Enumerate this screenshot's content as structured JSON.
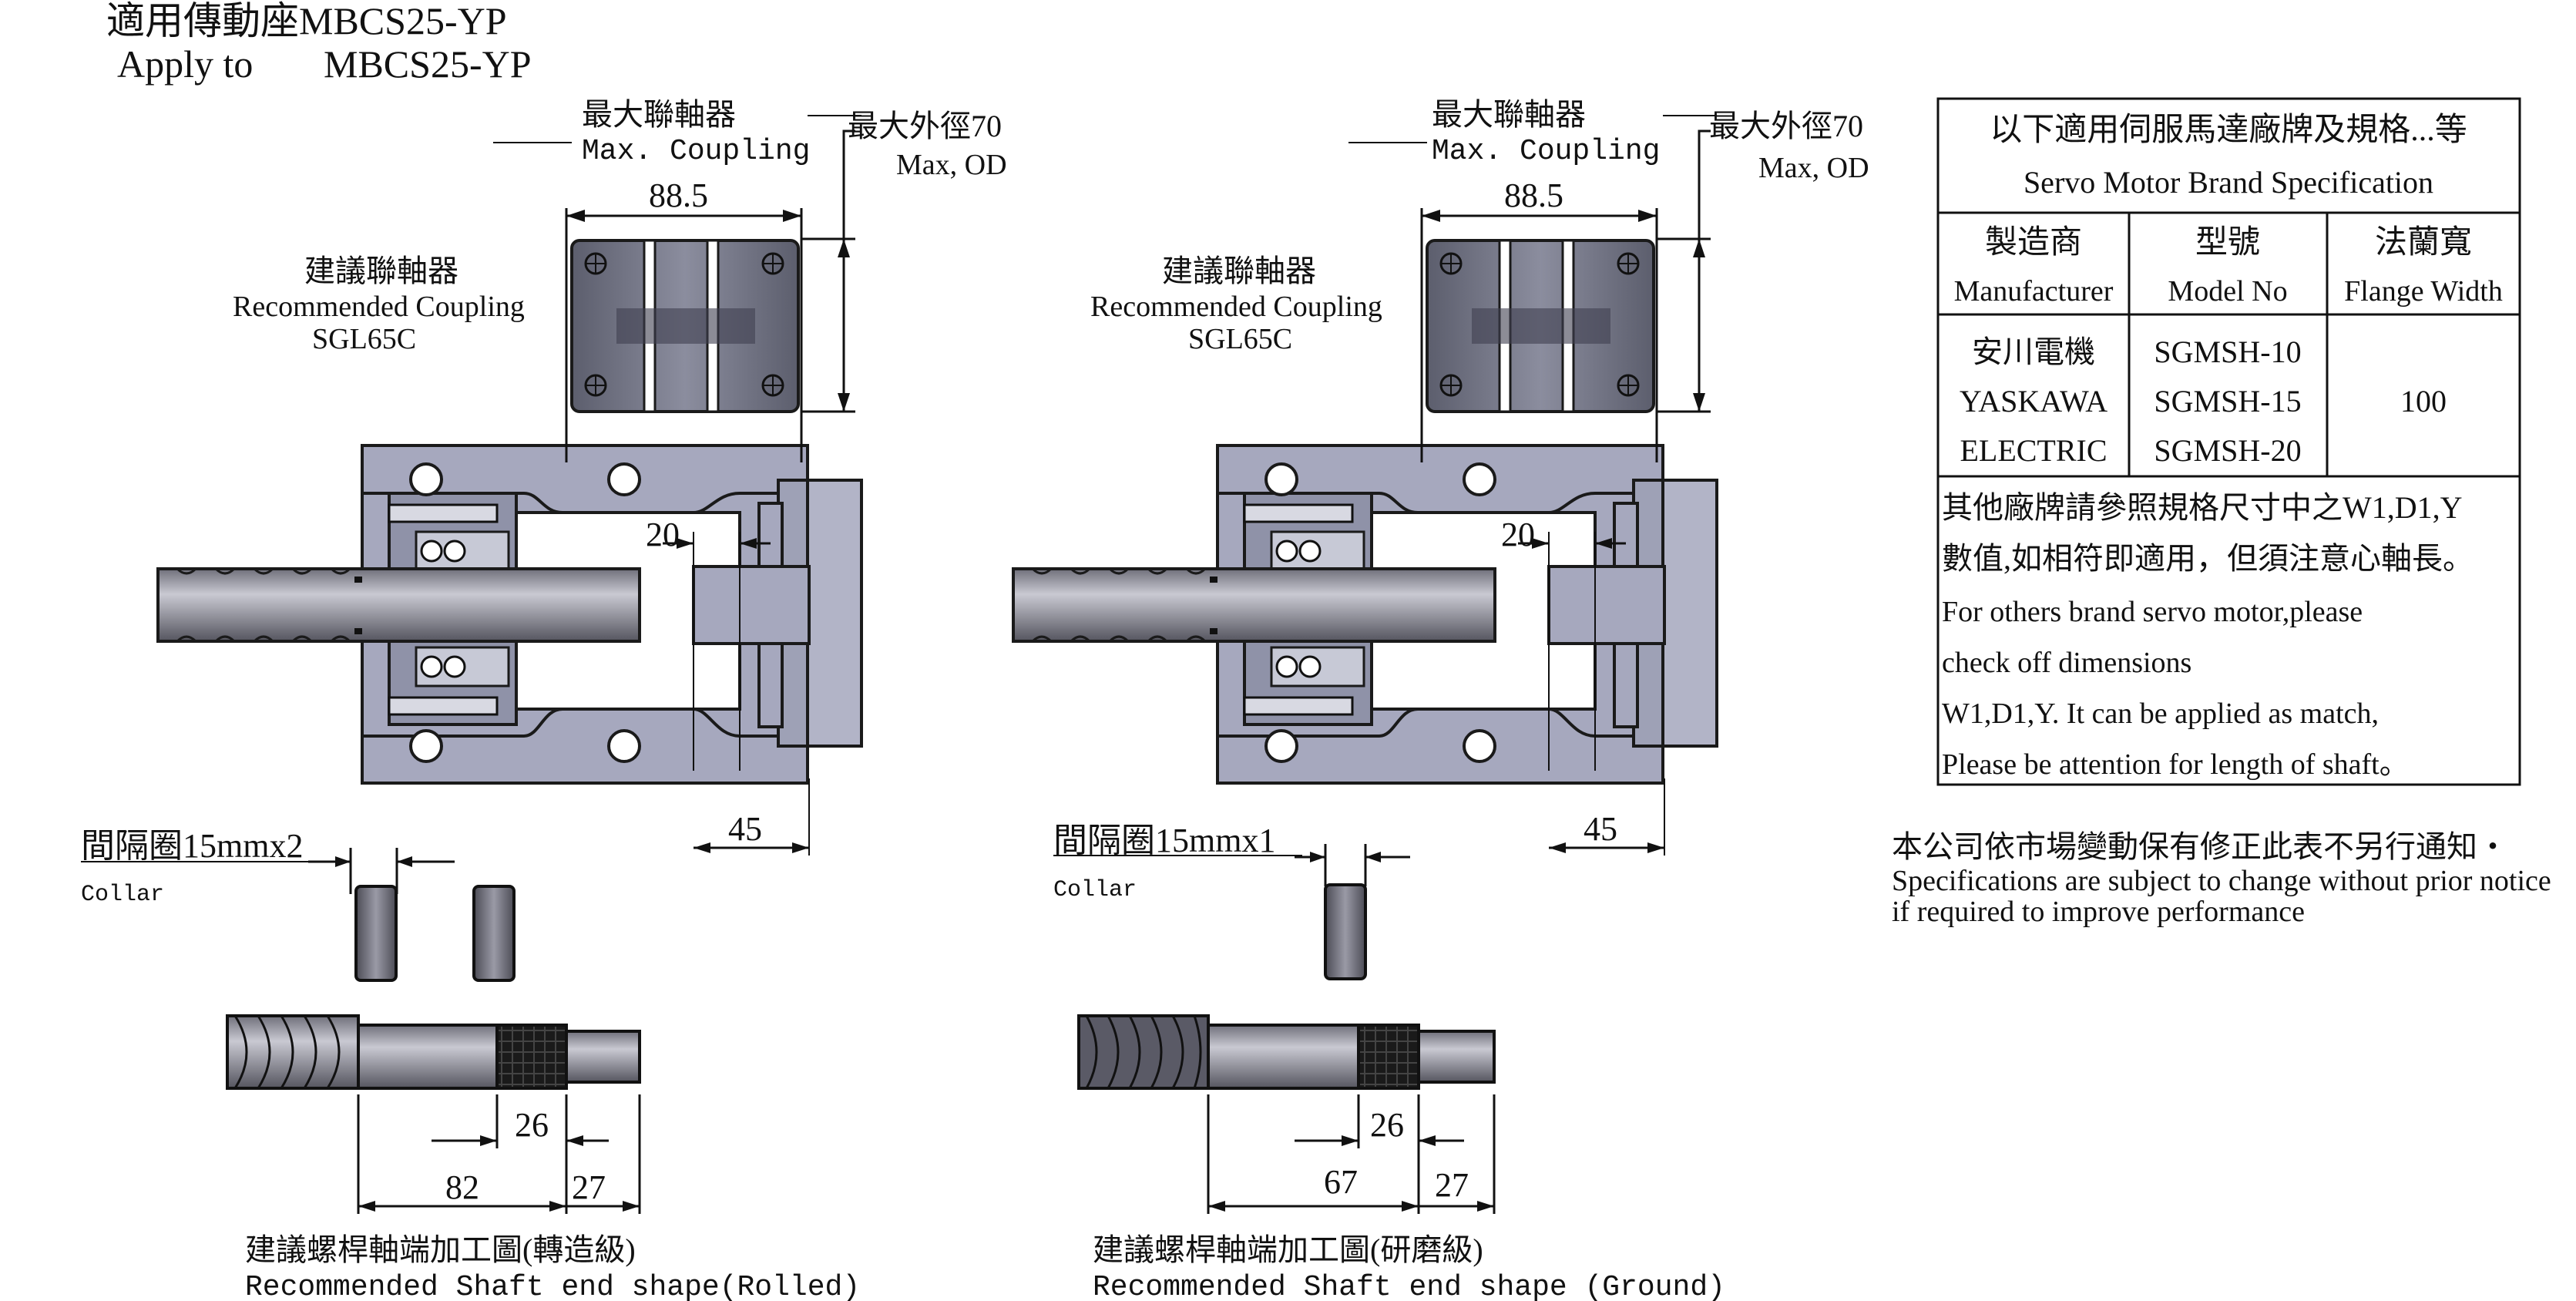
{
  "header": {
    "title_zh": "適用傳動座MBCS25-YP",
    "title_en_prefix": "Apply to",
    "title_en_model": "MBCS25-YP"
  },
  "views": [
    {
      "id": "left",
      "max_coupling_zh": "最大聯軸器",
      "max_coupling_en": "Max. Coupling",
      "max_od_zh": "最大外徑70",
      "max_od_en": "Max, OD",
      "dim_coupling": "88.5",
      "rec_coupling_zh": "建議聯軸器",
      "rec_coupling_en": "Recommended Coupling",
      "rec_coupling_model": "SGL65C",
      "dim_gap": "20",
      "dim_flange": "45",
      "collar_zh": "間隔圈15mmx2",
      "collar_en": "Collar",
      "collar_count": 2,
      "dim_thread": "26",
      "dim_shaft": "82",
      "dim_end": "27",
      "shaft_zh": "建議螺桿軸端加工圖(轉造級)",
      "shaft_en": "Recommended Shaft end shape(Rolled)"
    },
    {
      "id": "right",
      "max_coupling_zh": "最大聯軸器",
      "max_coupling_en": "Max. Coupling",
      "max_od_zh": "最大外徑70",
      "max_od_en": "Max, OD",
      "dim_coupling": "88.5",
      "rec_coupling_zh": "建議聯軸器",
      "rec_coupling_en": "Recommended Coupling",
      "rec_coupling_model": "SGL65C",
      "dim_gap": "20",
      "dim_flange": "45",
      "collar_zh": "間隔圈15mmx1",
      "collar_en": "Collar",
      "collar_count": 1,
      "dim_thread": "26",
      "dim_shaft": "67",
      "dim_end": "27",
      "shaft_zh": "建議螺桿軸端加工圖(研磨級)",
      "shaft_en": "Recommended Shaft end shape (Ground)"
    }
  ],
  "table": {
    "title_zh": "以下適用伺服馬達廠牌及規格...等",
    "title_en": "Servo Motor Brand Specification",
    "headers": [
      {
        "zh": "製造商",
        "en": "Manufacturer"
      },
      {
        "zh": "型號",
        "en": "Model No"
      },
      {
        "zh": "法蘭寬",
        "en": "Flange Width"
      }
    ],
    "manufacturer": [
      "安川電機",
      "YASKAWA",
      "ELECTRIC"
    ],
    "models": [
      "SGMSH-10",
      "SGMSH-15",
      "SGMSH-20"
    ],
    "flange_width": "100",
    "notes": [
      "其他廠牌請參照規格尺寸中之W1,D1,Y",
      "數值,如相符即適用，但須注意心軸長。",
      "For others brand servo motor,please",
      "check off dimensions",
      "W1,D1,Y. It can be applied as match,",
      "Please be attention for length of shaft。"
    ]
  },
  "disclaimer": {
    "zh": "本公司依市場變動保有修正此表不另行通知・",
    "en_1": "Specifications are subject to change without prior notice",
    "en_2": " if required to improve performance"
  },
  "colors": {
    "housing": "#a6a8be",
    "housing_dark": "#8f92a8",
    "coupling": "#6e7081",
    "shaft": "#9a9aa6",
    "collar": "#6b6b75",
    "thread": "#1a1a1a",
    "line": "#111111"
  }
}
